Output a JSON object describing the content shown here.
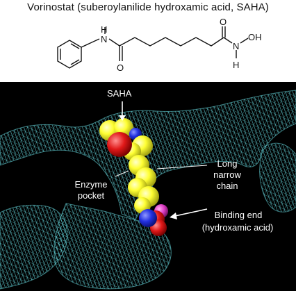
{
  "header": {
    "title": "Vorinostat (suberoylanilide hydroxamic acid, SAHA)"
  },
  "molecule": {
    "atoms": {
      "amide_h": "H",
      "amide_n": "N",
      "amide_o": "O",
      "acid_o": "O",
      "acid_n": "N",
      "hydroxyl": "OH",
      "acid_h": "H"
    }
  },
  "scene": {
    "labels": {
      "saha": "SAHA",
      "long_chain_1": "Long",
      "long_chain_2": "narrow",
      "long_chain_3": "chain",
      "pocket_1": "Enzyme",
      "pocket_2": "pocket",
      "binding_1": "Binding end",
      "binding_2": "(hydroxamic acid)"
    },
    "colors": {
      "background": "#000000",
      "mesh": "#5fc9cf",
      "carbon": "#ffff33",
      "oxygen": "#e01818",
      "nitrogen": "#2230e0",
      "hydrogen_pink": "#e040c8"
    }
  }
}
